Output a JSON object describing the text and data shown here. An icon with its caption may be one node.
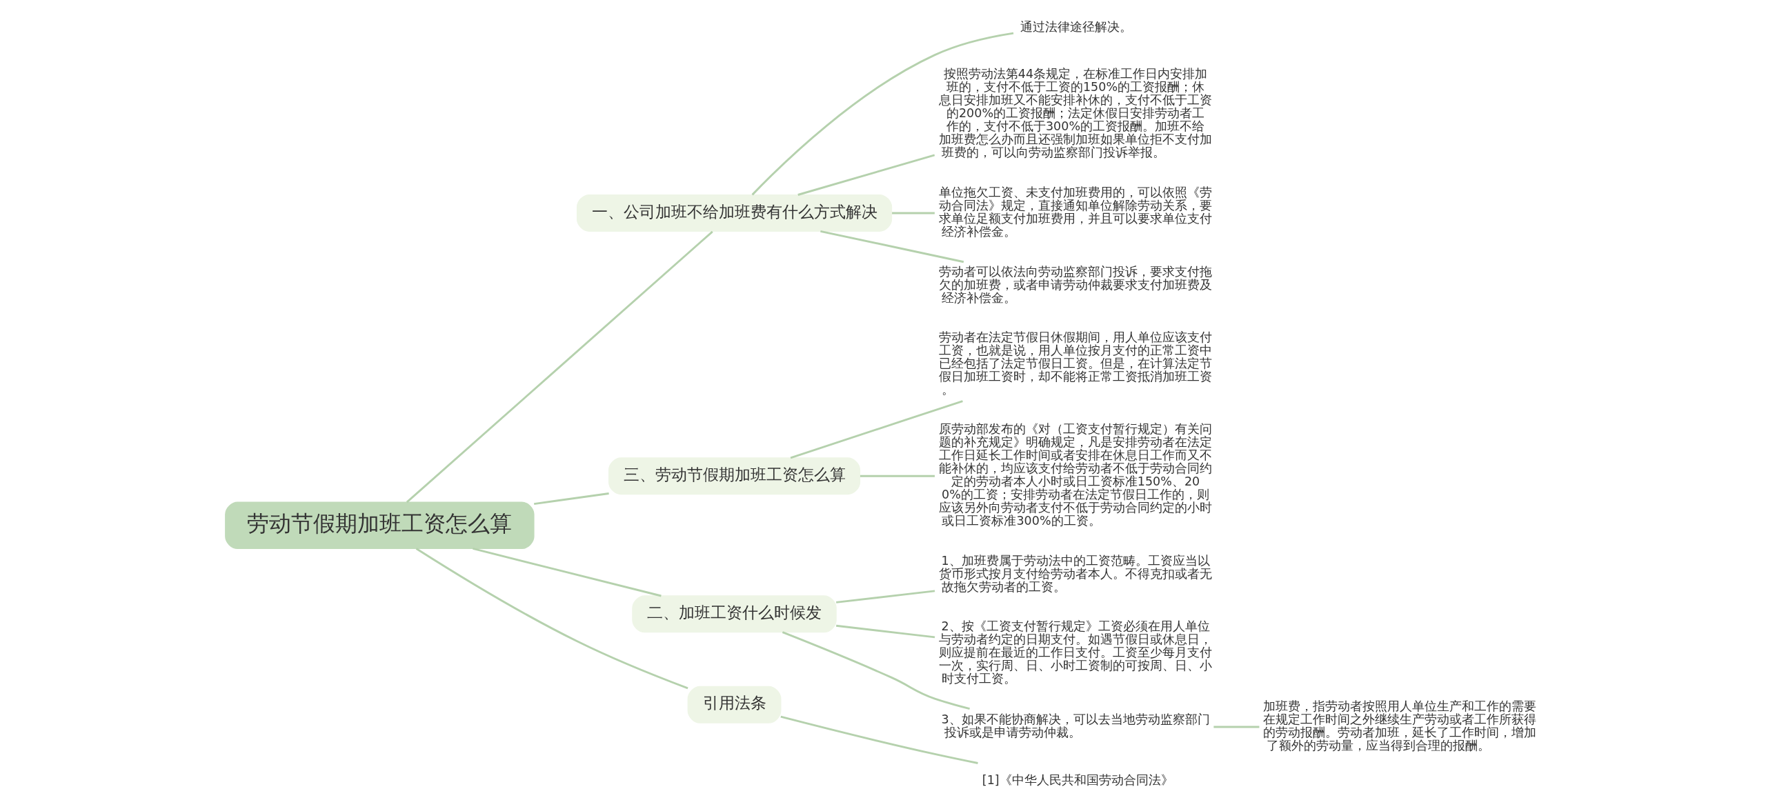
{
  "diagram": {
    "nodes": [
      {
        "text": [
          "劳动节假期加班工资怎么算"
        ]
      },
      {
        "text": [
          "一、公司加班不给加班费有什么方式解决"
        ]
      },
      {
        "text": [
          "通过法律途径解决。"
        ]
      },
      {
        "text": [
          "按照劳动法第44条规定，在标准工作日内安排加班的，支付不低于工资的150%的工资报酬；休息日安排加班又不能安排补休的，支付不低于工资的200%的工资报酬；法定休假日安排劳动者工作的，支付不低于300%的工资报酬。加班不给加班费怎么办而且还强制加班如果单位拒不支付加班费的，可以向劳动监察部门投诉举报。"
        ]
      },
      {
        "text": [
          "单位拖欠工资、未支付加班费用的，可以依照《劳动合同法》规定，直接通知单位解除劳动关系，要求单位足额支付加班费用，并且可以要求单位支付经济补偿金。"
        ]
      },
      {
        "text": [
          "劳动者可以依法向劳动监察部门投诉，要求支付拖欠的加班费，或者申请劳动仲裁要求支付加班费及经济补偿金。"
        ]
      },
      {
        "text": [
          "三、劳动节假期加班工资怎么算"
        ]
      },
      {
        "text": [
          "劳动者在法定节假日休假期间，用人单位应该支付工资，也就是说，用人单位按月支付的正常工资中已经包括了法定节假日工资。但是，在计算法定节假日加班工资时，却不能将正常工资抵消加班工资。"
        ]
      },
      {
        "text": [
          "原劳动部发布的《对（工资支付暂行规定）有关问题的补充规定》明确规定，凡是安排劳动者在法定工作日延长工作时间或者安排在休息日工作而又不能补休的，均应该支付给劳动者不低于劳动合同约定的劳动者本人小时或日工资标准150%、200%的工资；安排劳动者在法定节假日工作的，则应该另外向劳动者支付不低于劳动合同约定的小时或日工资标准300%的工资。"
        ]
      },
      {
        "text": [
          "二、加班工资什么时候发"
        ]
      },
      {
        "text": [
          "1、加班费属于劳动法中的工资范畴。工资应当以货币形式按月支付给劳动者本人。不得克扣或者无故拖欠劳动者的工资。"
        ]
      },
      {
        "text": [
          "2、按《工资支付暂行规定》工资必须在用人单位与劳动者约定的日期支付。如遇节假日或休息日，则应提前在最近的工作日支付。工资至少每月支付一次，实行周、日、小时工资制的可按周、日、小时支付工资。"
        ]
      },
      {
        "text": [
          "3、如果不能协商解决，可以去当地劳动监察部门投诉或是申请劳动仲裁。"
        ]
      },
      {
        "text": [
          "加班费，指劳动者按照用人单位生产和工作的需要在规定工作时间之外继续生产劳动或者工作所获得的劳动报酬。劳动者加班，延长了工作时间，增加了额外的劳动量，应当得到合理的报酬。"
        ]
      },
      {
        "text": [
          "引用法条"
        ]
      },
      {
        "text": [
          "[1]《中华人民共和国劳动合同法》"
        ]
      }
    ],
    "edges": [
      {
        "from": 0,
        "to": 1,
        "arrow": "none"
      },
      {
        "from": 1,
        "to": 2,
        "arrow": "none"
      },
      {
        "from": 1,
        "to": 3,
        "arrow": "none"
      },
      {
        "from": 1,
        "to": 4,
        "arrow": "none"
      },
      {
        "from": 1,
        "to": 5,
        "arrow": "none"
      },
      {
        "from": 0,
        "to": 6,
        "arrow": "none"
      },
      {
        "from": 6,
        "to": 7,
        "arrow": "none"
      },
      {
        "from": 6,
        "to": 8,
        "arrow": "none"
      },
      {
        "from": 0,
        "to": 9,
        "arrow": "none"
      },
      {
        "from": 9,
        "to": 10,
        "arrow": "none"
      },
      {
        "from": 9,
        "to": 11,
        "arrow": "none"
      },
      {
        "from": 9,
        "to": 12,
        "arrow": "none"
      },
      {
        "from": 12,
        "to": 13,
        "arrow": "none"
      },
      {
        "from": 0,
        "to": 14,
        "arrow": "none"
      },
      {
        "from": 14,
        "to": 15,
        "arrow": "none"
      }
    ]
  }
}
